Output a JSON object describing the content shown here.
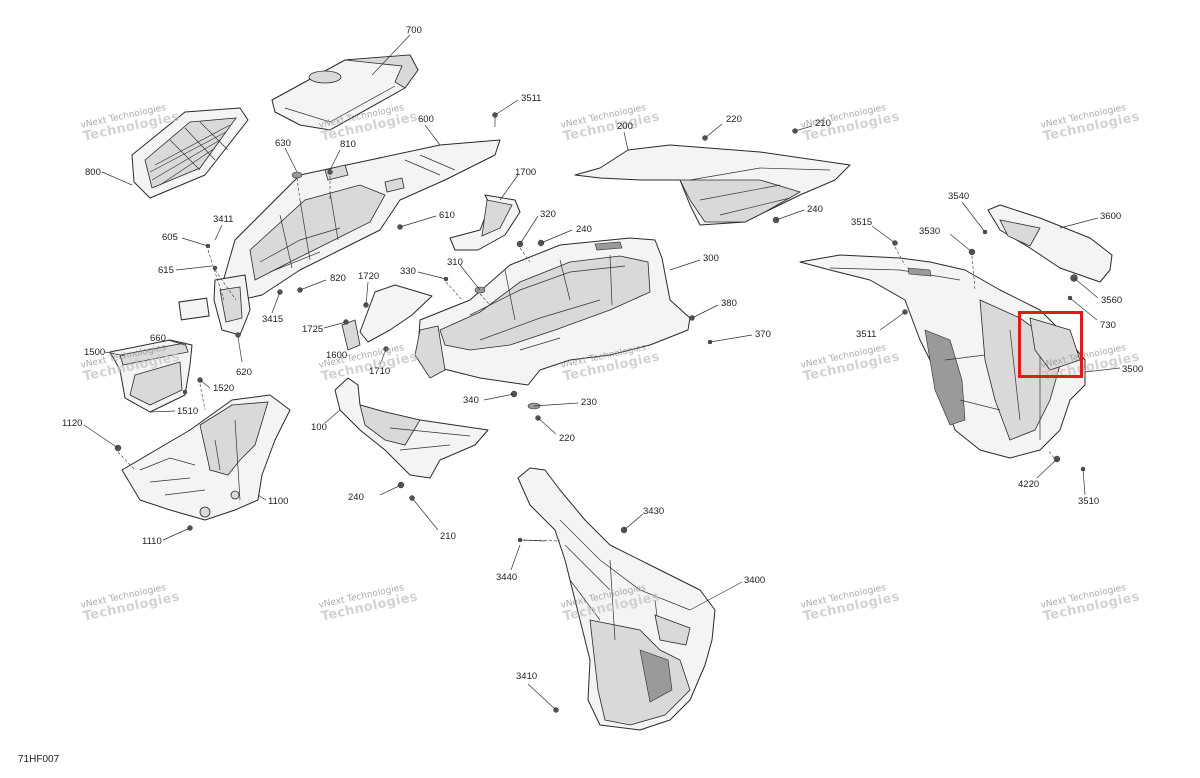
{
  "diagram_id": "71HF007",
  "highlight_color": "#e01b1b",
  "watermark": {
    "line1": "vNext Technologies",
    "line2": "Technologies"
  },
  "callouts": {
    "p700": "700",
    "p600": "600",
    "p630": "630",
    "p810": "810",
    "p800": "800",
    "p3411": "3411",
    "p605": "605",
    "p615": "615",
    "p3415": "3415",
    "p610": "610",
    "p820": "820",
    "p620": "620",
    "p660": "660",
    "p1520": "1520",
    "p1510": "1510",
    "p1500": "1500",
    "p1120": "1120",
    "p1100": "1100",
    "p1110": "1110",
    "p3511a": "3511",
    "p1700": "1700",
    "p320": "320",
    "p240a": "240",
    "p300": "300",
    "p330": "330",
    "p310": "310",
    "p1720": "1720",
    "p1725": "1725",
    "p1600": "1600",
    "p1710": "1710",
    "p380": "380",
    "p370": "370",
    "p340": "340",
    "p230": "230",
    "p220a": "220",
    "p100": "100",
    "p240b": "240",
    "p210a": "210",
    "p200": "200",
    "p220b": "220",
    "p210b": "210",
    "p240c": "240",
    "p3430": "3430",
    "p3440": "3440",
    "p3400": "3400",
    "p3410": "3410",
    "p3540": "3540",
    "p3600": "3600",
    "p3515": "3515",
    "p3530": "3530",
    "p3560": "3560",
    "p730": "730",
    "p3511b": "3511",
    "p3500": "3500",
    "p4220": "4220",
    "p3510": "3510"
  }
}
